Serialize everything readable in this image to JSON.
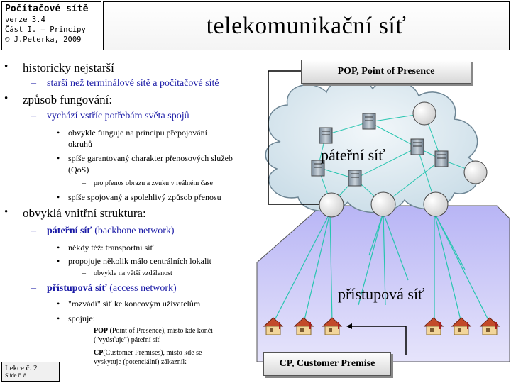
{
  "header": {
    "title": "Počítačové sítě",
    "version": "verze 3.4",
    "part": "Část I. – Principy",
    "author": "© J.Peterka, 2009"
  },
  "slide_title": "telekomunikační síť",
  "bullets": {
    "b1": "historicky nejstarší",
    "b1_sub1": "starší než terminálové sítě a počítačové sítě",
    "b2": "způsob fungování:",
    "b2_sub1": "vychází vstříc potřebám světa spojů",
    "b2_sub1_i1_l1": "obvykle funguje na principu přepojování",
    "b2_sub1_i1_l2": "okruhů",
    "b2_sub1_i2_l1": "spíše garantovaný charakter přenosových služeb",
    "b2_sub1_i2_l2": "(QoS)",
    "b2_sub1_i2_sub": "pro přenos obrazu a zvuku v reálném čase",
    "b2_sub1_i3": "spíše spojovaný a spolehlivý způsob přenosu",
    "b3": "obvyklá vnitřní struktura:",
    "b3_sub1_bold": "páteřní síť",
    "b3_sub1_rest": " (backbone network)",
    "b3_sub1_i1": "někdy též: transportní síť",
    "b3_sub1_i2": "propojuje několik málo centrálních lokalit",
    "b3_sub1_i2_sub": "obvykle na větší vzdálenost",
    "b3_sub2_bold": "přístupová síť",
    "b3_sub2_rest": " (access network)",
    "b3_sub2_i1": "\"rozvádí\" síť ke koncovým uživatelům",
    "b3_sub2_i2": "spojuje:",
    "b3_sub2_i2_a_bold": "POP",
    "b3_sub2_i2_a_l1": " (Point of Presence), místo kde končí",
    "b3_sub2_i2_a_l2": "(\"vyúsťuje\") páteřní síť",
    "b3_sub2_i2_b_bold": "CP",
    "b3_sub2_i2_b_l1": "(Customer Premises), místo kde se",
    "b3_sub2_i2_b_l2": "vyskytuje (potenciální) zákazník"
  },
  "footer": {
    "lecture": "Lekce č. 2",
    "slide": "Slide č. 8"
  },
  "diagram": {
    "pop_label": "POP, Point of Presence",
    "cp_label": "CP, Customer Premise",
    "backbone_label": "páteřní síť",
    "access_label": "přístupová síť",
    "colors": {
      "cloud": "#dde9f0",
      "access": "#c9c7f7",
      "link": "#27c5b0",
      "node": "#e8e8e8"
    }
  }
}
